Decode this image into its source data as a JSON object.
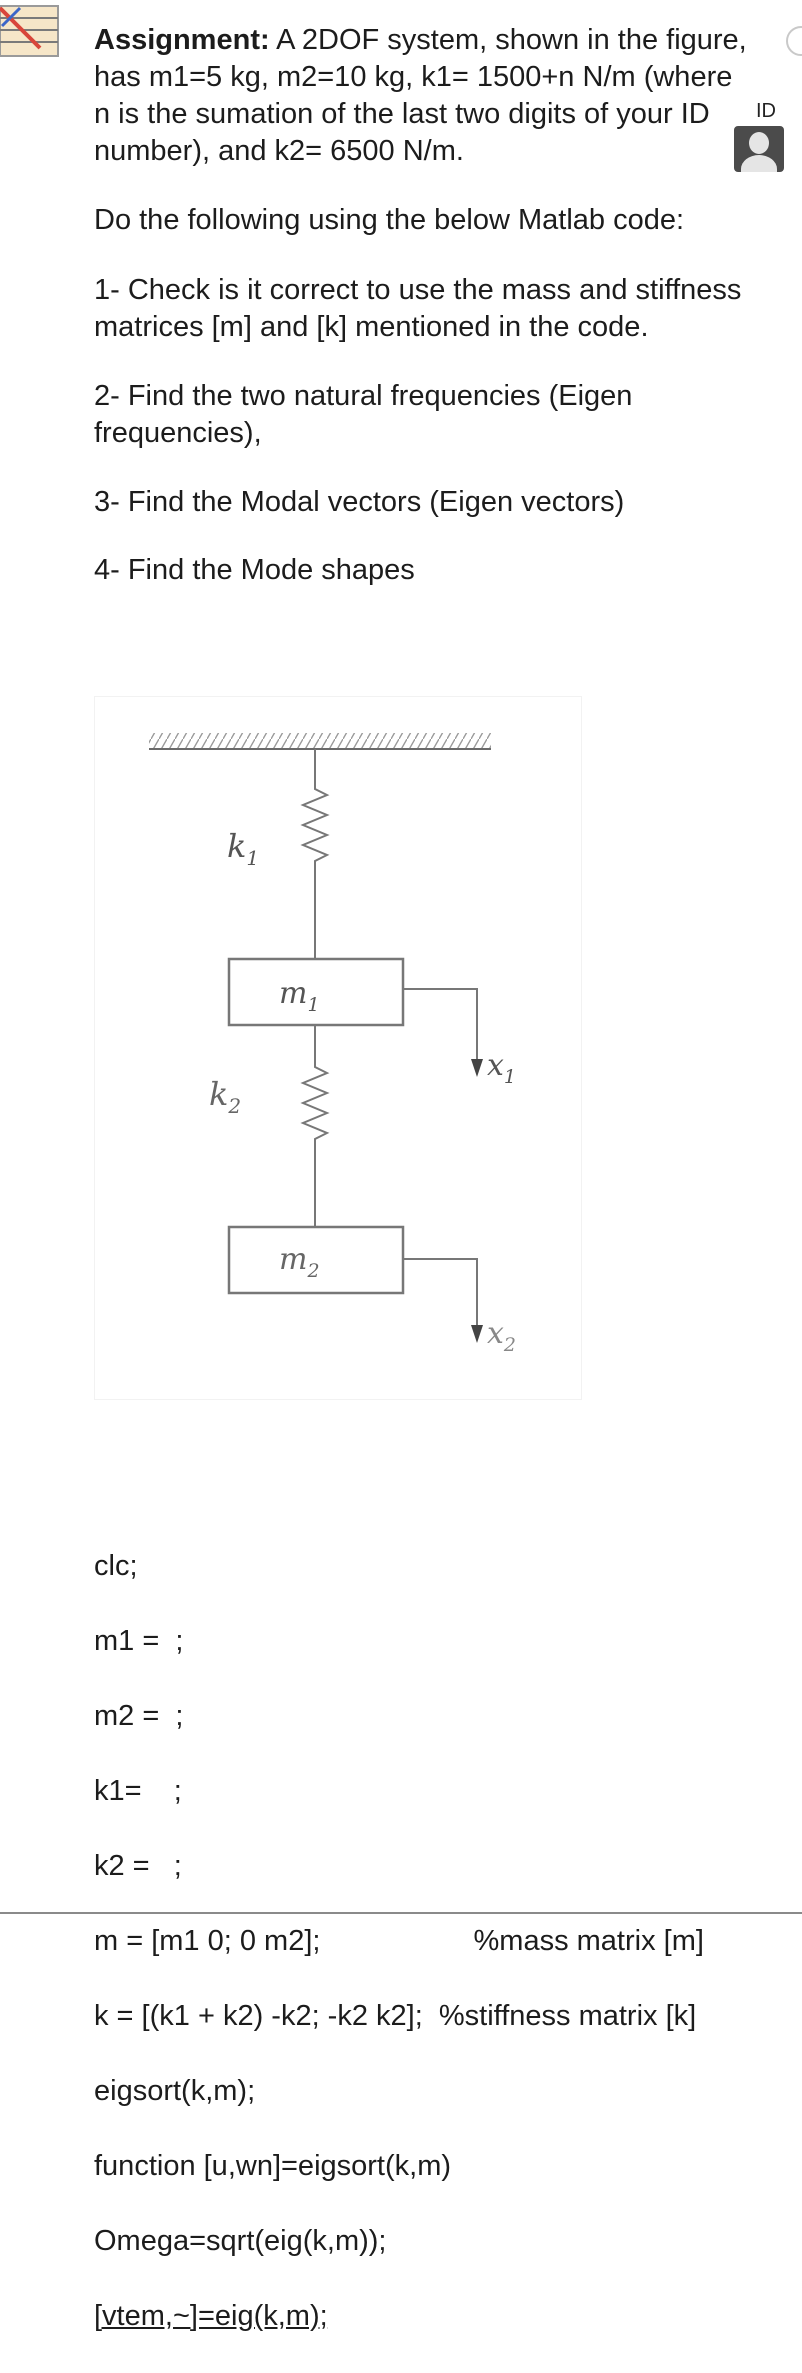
{
  "assignment": {
    "label": "Assignment:",
    "line1": " A 2DOF system, shown in the figure,",
    "line2": "has m1=5 kg, m2=10 kg, k1= 1500+n  N/m (where",
    "line3": "n is the sumation of the last two digits of your ID",
    "line4": "number), and k2= 6500 N/m."
  },
  "instruction": "Do the following using the below Matlab code:",
  "tasks": {
    "t1_line1": "1- Check is it correct to use the mass and stiffness",
    "t1_line2": "matrices [m] and [k] mentioned in the code.",
    "t2_line1": "2- Find the two natural frequencies (Eigen",
    "t2_line2": "frequencies),",
    "t3": "3- Find the Modal vectors (Eigen vectors)",
    "t4": "4- Find the Mode shapes"
  },
  "figure": {
    "k1": "k",
    "k1_sub": "1",
    "k2": "k",
    "k2_sub": "2",
    "m1": "m",
    "m1_sub": "1",
    "m2": "m",
    "m2_sub": "2",
    "x1": "x",
    "x1_sub": "1",
    "x2": "x",
    "x2_sub": "2"
  },
  "code": {
    "l1": "clc;",
    "l2": "m1 =  ;",
    "l3": "m2 =  ;",
    "l4": "k1=    ;",
    "l5": "k2 =   ;",
    "l6": "m = [m1 0; 0 m2];                   %mass matrix [m]",
    "l7": "k = [(k1 + k2) -k2; -k2 k2];  %stiffness matrix [k]",
    "l8": "eigsort(k,m);",
    "l9": "function [u,wn]=eigsort(k,m)",
    "l10": "Omega=sqrt(eig(k,m));",
    "l11": "[vtem,~]=eig(k,m);"
  },
  "icons": {
    "edge": "ruler-icon",
    "avatar": "user-avatar-icon",
    "circle": "circle-icon"
  }
}
